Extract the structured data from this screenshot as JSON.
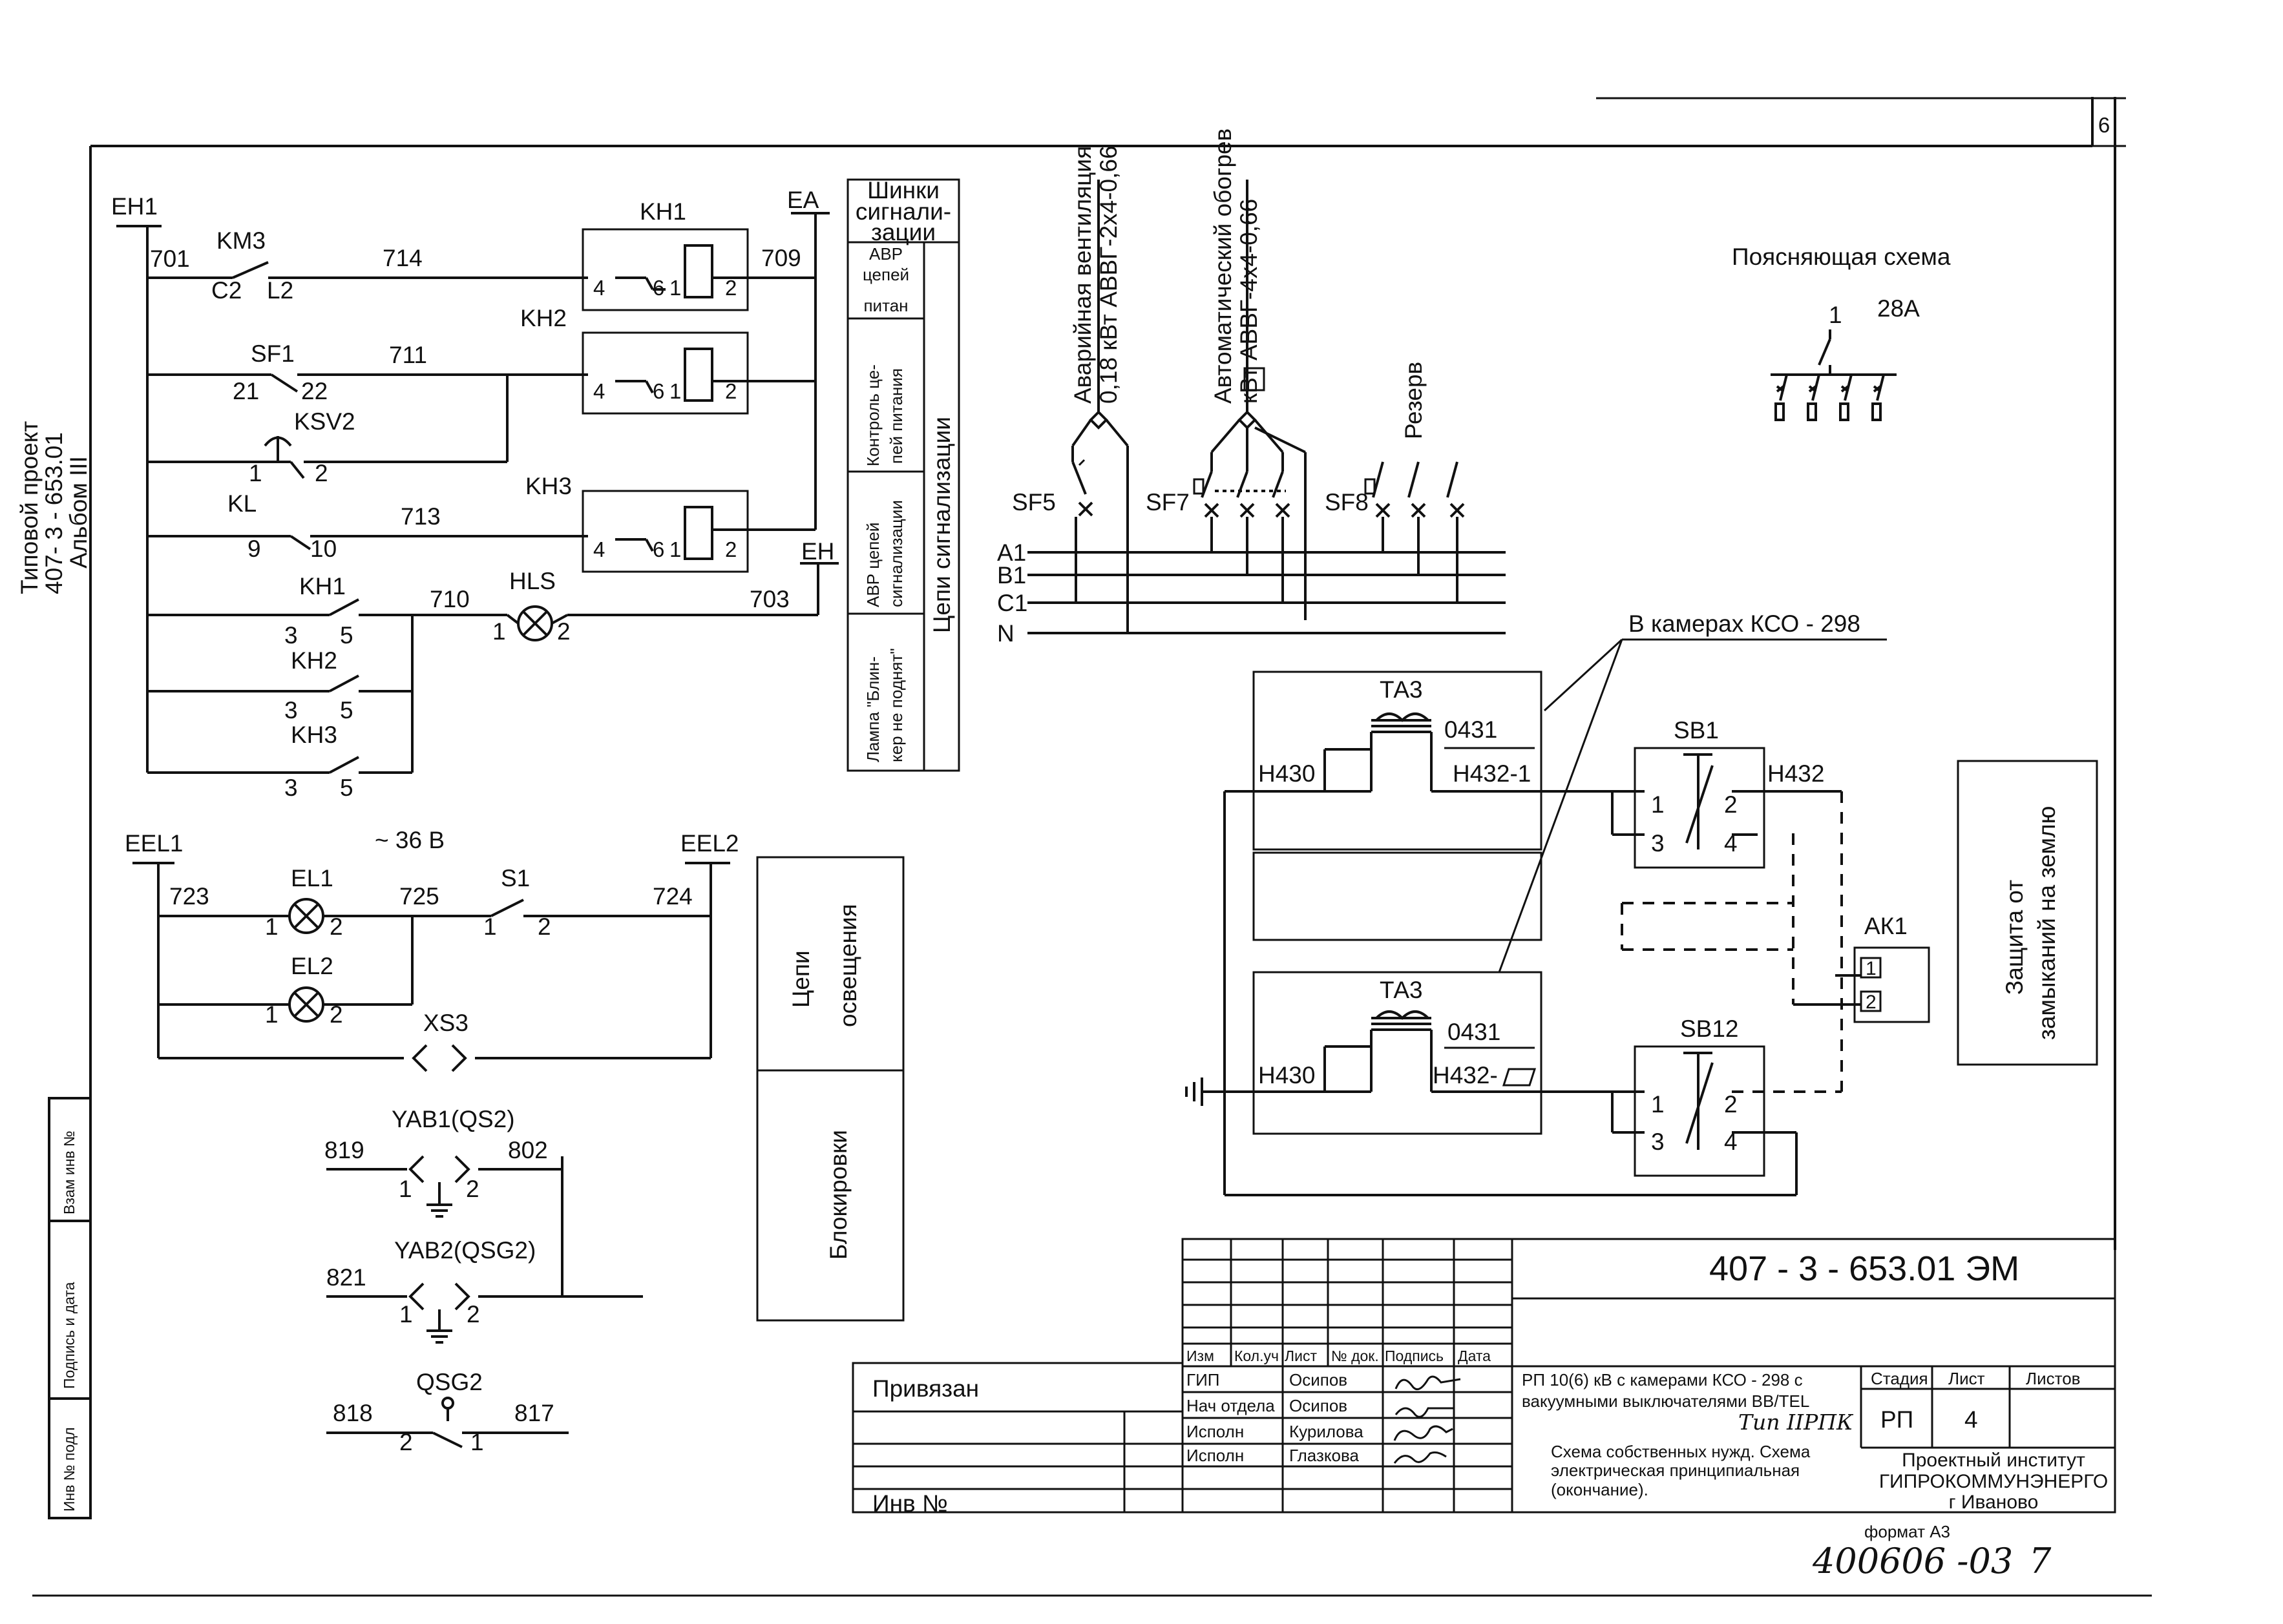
{
  "page_number": "6",
  "side": {
    "project_line1": "Типовой проект",
    "project_line2": "407- 3 - 653.01",
    "project_line3": "Альбом III",
    "stamp_labels": [
      "Взам инв №",
      "Подпись и дата",
      "Инв № подл"
    ]
  },
  "control": {
    "bus_labels": [
      "EH1",
      "EA",
      "EH"
    ],
    "relays": [
      "KH1",
      "KH2",
      "KH3"
    ],
    "relay_terms": [
      "4",
      "6",
      "1",
      "2"
    ],
    "devices": [
      "KM3",
      "SF1",
      "KSV2",
      "KL",
      "HLS"
    ],
    "wires": [
      "701",
      "714",
      "709",
      "711",
      "713",
      "710",
      "703"
    ],
    "contacts": [
      "C2",
      "L2",
      "21",
      "22",
      "1",
      "2",
      "9",
      "10",
      "3",
      "5"
    ],
    "aux": [
      "KH1",
      "KH2",
      "KH3"
    ]
  },
  "purpose_table": {
    "header": [
      "Шинки",
      "сигнали-",
      "зации"
    ],
    "rows": [
      [
        "АВР",
        "цепей",
        "питан"
      ],
      [
        "Контроль це-",
        "пей питания"
      ],
      [
        "АВР цепей",
        "сигнализации"
      ],
      [
        "Лампа \"Блин-",
        "кер не поднят\""
      ]
    ],
    "group": "Цепи сигнализации"
  },
  "lighting": {
    "voltage": "~ 36 В",
    "buses": [
      "EEL1",
      "EEL2"
    ],
    "lamps": [
      "EL1",
      "EL2"
    ],
    "switch": "S1",
    "socket": "XS3",
    "wires": [
      "723",
      "725",
      "724"
    ],
    "terms": [
      "1",
      "2"
    ],
    "box1": [
      "Цепи",
      "освещения"
    ],
    "box2": "Блокировки"
  },
  "interlock": {
    "yab1": "YAB1(QS2)",
    "yab2": "YAB2(QSG2)",
    "qsg2": "QSG2",
    "wires": [
      "819",
      "802",
      "821",
      "818",
      "817"
    ],
    "terms": [
      "1",
      "2"
    ]
  },
  "power": {
    "feeder1": [
      "Аварийная вентиляция",
      "0,18 кВт АВВГ-2х4-0,66"
    ],
    "feeder2": [
      "Автоматический обогрев",
      "кВт АВВГ-4х4-0,66"
    ],
    "reserve": "Резерв",
    "breakers": [
      "SF5",
      "SF7",
      "SF8"
    ],
    "phases": [
      "A1",
      "B1",
      "C1",
      "N"
    ]
  },
  "explain": {
    "title": "Поясняющая схема",
    "code": "28А",
    "num": "1"
  },
  "earth_fault": {
    "label": "В камерах КСО - 298",
    "ta": [
      "ТА3",
      "ТА3"
    ],
    "ct": "0431",
    "wires": [
      "Н430",
      "Н432-1",
      "Н432",
      "Н432-"
    ],
    "buttons": [
      "SB1",
      "SB12"
    ],
    "btn_terms": [
      "1",
      "2",
      "3",
      "4"
    ],
    "relay": "АК1",
    "relay_terms": [
      "1",
      "2"
    ],
    "box": [
      "Защита от",
      "замыканий на землю"
    ]
  },
  "title_block": {
    "code": "407 - 3 - 653.01 ЭМ",
    "col_heads": [
      "Изм",
      "Кол.уч",
      "Лист",
      "№ док.",
      "Подпись",
      "Дата"
    ],
    "roles": [
      "ГИП",
      "Нач отдела",
      "Исполн",
      "Исполн"
    ],
    "names": [
      "Осипов",
      "Осипов",
      "Курилова",
      "Глазкова"
    ],
    "object": [
      "РП 10(6) кВ с камерами КСО - 298 с",
      "вакуумными выключателями ВВ/TEL"
    ],
    "type": "Тип IIРПК",
    "drawing": [
      "Схема собственных нужд. Схема",
      "электрическая принципиальная",
      "(окончание)."
    ],
    "stage_head": "Стадия",
    "sheet_head": "Лист",
    "sheets_head": "Листов",
    "stage": "РП",
    "sheet": "4",
    "org": [
      "Проектный институт",
      "ГИПРОКОММУНЭНЕРГО",
      "г Иваново"
    ],
    "bound": "Привязан",
    "inv": "Инв №",
    "format": "формат А3",
    "archive": "400606 -03",
    "archive_mark": "7"
  }
}
